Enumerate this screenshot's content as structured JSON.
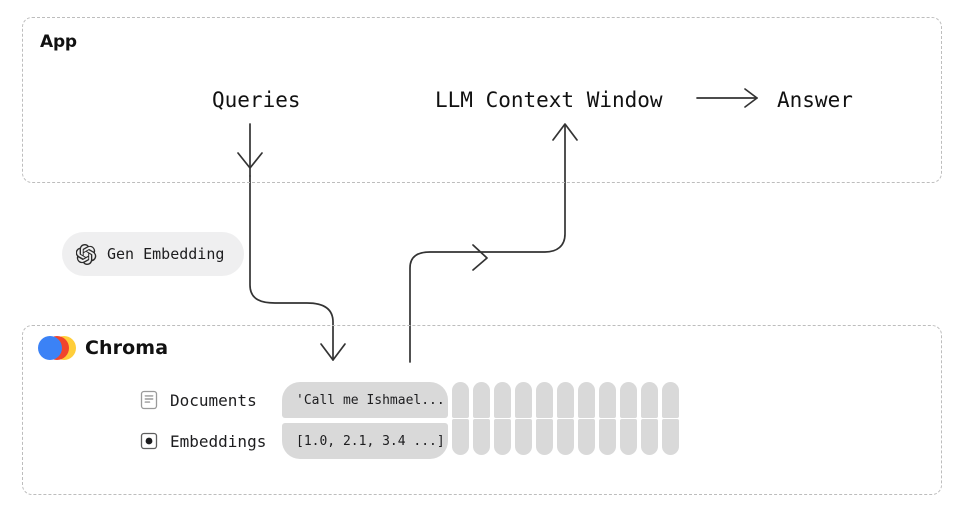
{
  "diagram": {
    "title": "Chroma RAG flow",
    "accent_colors": {
      "chroma_blue": "#3b82f6",
      "chroma_red": "#f1452c",
      "chroma_yellow": "#ffce3a",
      "chip_gray": "#d9d9d9",
      "badge_gray": "#efeff0",
      "dashed_border": "#bdbdbd",
      "stroke": "#333333"
    }
  },
  "zones": {
    "app": {
      "title": "App",
      "name": "app-zone"
    },
    "chroma": {
      "brand_name": "Chroma",
      "logo_icon": "chroma-logo-icon",
      "name": "chroma-zone"
    }
  },
  "flow": {
    "queries_label": "Queries",
    "llm_label": "LLM Context Window",
    "answer_label": "Answer",
    "arrows": [
      {
        "name": "queries-down-arrow",
        "from": "Queries",
        "to": "Gen Embedding",
        "direction": "down"
      },
      {
        "name": "embedding-to-chroma-arrow",
        "from": "Gen Embedding",
        "to": "Chroma",
        "direction": "down-right"
      },
      {
        "name": "chroma-results-arrow",
        "from": "Chroma",
        "to": "LLM Context Window",
        "direction": "up-right"
      },
      {
        "name": "llm-to-answer-arrow",
        "from": "LLM Context Window",
        "to": "Answer",
        "direction": "right"
      }
    ]
  },
  "gen_embedding": {
    "label": "Gen Embedding",
    "icon": "openai-icon"
  },
  "chroma_rows": [
    {
      "icon": "document-icon",
      "name": "Documents",
      "value": "'Call me Ishmael..."
    },
    {
      "icon": "embedding-dot-icon",
      "name": "Embeddings",
      "value": "[1.0, 2.1, 3.4 ...]"
    }
  ],
  "pill_grid": {
    "columns": 11,
    "rows": 2,
    "label": "additional-records-placeholder"
  }
}
